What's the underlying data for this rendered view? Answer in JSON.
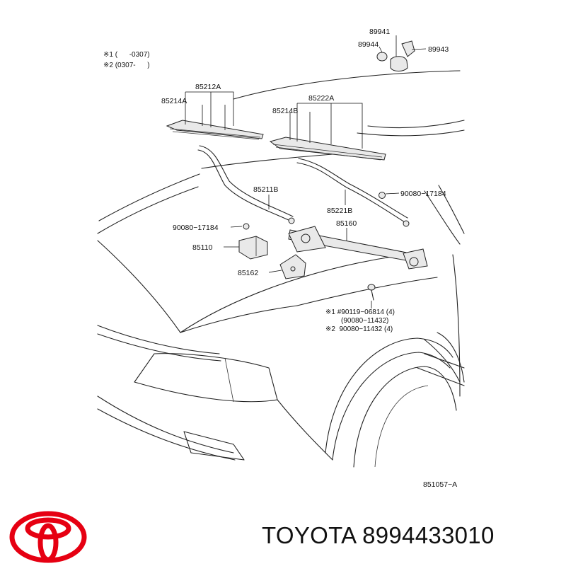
{
  "notes": {
    "row1": "※1 (      -0307)",
    "row2": "※2 (0307-      )"
  },
  "callouts": {
    "p89941": "89941",
    "p89944": "89944",
    "p89943": "89943",
    "p85212A": "85212A",
    "p85214A": "85214A",
    "p85222A": "85222A",
    "p85214B": "85214B",
    "p85211B": "85211B",
    "p90080_17184_right": "90080−17184",
    "p85221B": "85221B",
    "p90080_17184_left": "90080−17184",
    "p85160": "85160",
    "p85110": "85110",
    "p85162": "85162"
  },
  "fasteners": {
    "row1": "※1 #90119−06814 (4)",
    "row2": "(90080−11432)",
    "row3": "※2  90080−11432 (4)"
  },
  "diagram_code": "851057−A",
  "brand": {
    "name": "TOYOTA",
    "part_number": "8994433010",
    "logo_color": "#e60012"
  }
}
